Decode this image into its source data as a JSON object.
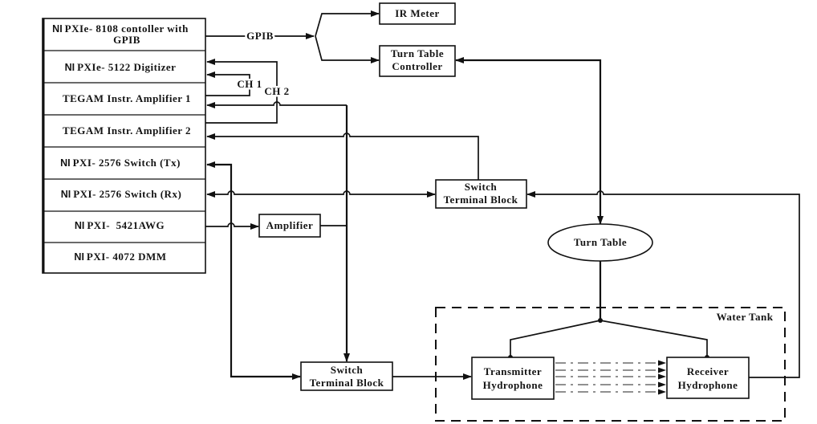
{
  "instrument_stack": {
    "rows": [
      {
        "prefix": "NI",
        "text": "PXIe- 8108 contoller with",
        "text_line2": "GPIB"
      },
      {
        "prefix": "NI",
        "text": "PXIe- 5122 Digitizer"
      },
      {
        "text": "TEGAM Instr. Amplifier 1"
      },
      {
        "text": "TEGAM Instr. Amplifier 2"
      },
      {
        "prefix": "NI",
        "text": "PXI- 2576 Switch (Tx)"
      },
      {
        "prefix": "NI",
        "text": "PXI- 2576 Switch (Rx)"
      },
      {
        "prefix": "NI",
        "text": "PXI-  5421AWG"
      },
      {
        "prefix": "NI",
        "text": "PXI- 4072 DMM"
      }
    ]
  },
  "blocks": {
    "ir_meter": {
      "label": "IR Meter"
    },
    "turn_table_controller": {
      "line1": "Turn Table",
      "line2": "Controller"
    },
    "amplifier": {
      "label": "Amplifier"
    },
    "switch_terminal_block_upper": {
      "line1": "Switch",
      "line2": "Terminal Block"
    },
    "switch_terminal_block_lower": {
      "line1": "Switch",
      "line2": "Terminal Block"
    },
    "turn_table": {
      "label": "Turn Table"
    },
    "transmitter_hydrophone": {
      "line1": "Transmitter",
      "line2": "Hydrophone"
    },
    "receiver_hydrophone": {
      "line1": "Receiver",
      "line2": "Hydrophone"
    },
    "water_tank": {
      "label": "Water Tank"
    }
  },
  "connection_labels": {
    "gpib": "GPIB",
    "ch1": "CH 1",
    "ch2": "CH 2"
  },
  "connections": [
    {
      "from": "NI PXIe- 8108 contoller with GPIB",
      "to": [
        "IR Meter",
        "Turn Table Controller"
      ],
      "label": "GPIB"
    },
    {
      "from": "TEGAM Instr. Amplifier 1",
      "to": "NI PXIe- 5122 Digitizer",
      "label": "CH 1"
    },
    {
      "from": "TEGAM Instr. Amplifier 2",
      "to": "NI PXIe- 5122 Digitizer",
      "label": "CH 2"
    },
    {
      "from": "Switch Terminal Block (lower)",
      "to": "TEGAM Instr. Amplifier 1"
    },
    {
      "from": "Switch Terminal Block (upper)",
      "to": "TEGAM Instr. Amplifier 2"
    },
    {
      "from": "NI PXI- 2576 Switch (Tx)",
      "to": "Switch Terminal Block (lower)",
      "bidirectional": true
    },
    {
      "from": "NI PXI- 2576 Switch (Rx)",
      "to": "Switch Terminal Block (upper)",
      "bidirectional": true
    },
    {
      "from": "NI PXI- 5421AWG",
      "to": "Amplifier"
    },
    {
      "from": "Amplifier",
      "to": "Switch Terminal Block (lower)"
    },
    {
      "from": "Switch Terminal Block (lower)",
      "to": "Transmitter Hydrophone"
    },
    {
      "from": "Turn Table Controller",
      "to": "Turn Table",
      "bidirectional": true
    },
    {
      "from": "Turn Table",
      "to": [
        "Transmitter Hydrophone",
        "Receiver Hydrophone"
      ]
    },
    {
      "from": "Transmitter Hydrophone",
      "to": "Receiver Hydrophone",
      "style": "dash-dot beams",
      "count": 5
    },
    {
      "from": "Receiver Hydrophone",
      "to": "Switch Terminal Block (upper)"
    }
  ]
}
